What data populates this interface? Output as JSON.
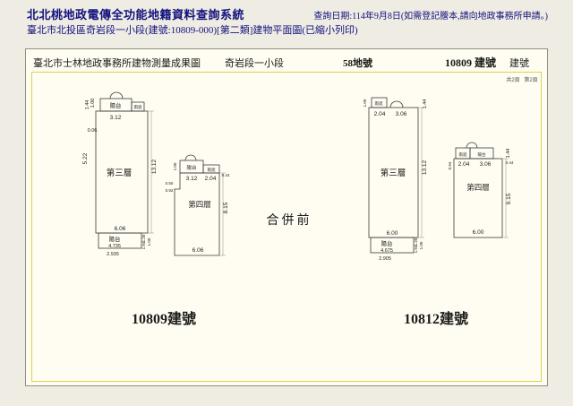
{
  "header": {
    "title": "北北桃地政電傳全功能地籍資料查詢系統",
    "subtitle": "臺北市北投區奇岩段一小段(建號:10809-000)[第二類]建物平面圖(已縮小列印)",
    "query_info": "查詢日期:114年9月8日(如需登記謄本,請向地政事務所申請。)"
  },
  "document": {
    "office_title": "臺北市士林地政事務所建物測量成果圖",
    "section": "奇岩段一小段",
    "parcel": "58地號",
    "building_no": "10809 建號",
    "building_label": "建號",
    "page_total": "共2頁",
    "page_current": "第2頁",
    "merge_label": "合併前",
    "label_10809": "10809建號",
    "label_10812": "10812建號"
  },
  "plan1": {
    "floor": "第三層",
    "balcony_top": "陽台",
    "canopy_top": "雨遮",
    "balcony_bottom": "陽台",
    "dim_v1": "1.44",
    "dim_v2": "1.00",
    "dim_top_w": "3.12",
    "dim_left_small": "0.06",
    "dim_left": "5.22",
    "dim_right": "13.12",
    "dim_bottom": "6.06",
    "bal_w1": "4.735",
    "bal_w2": "2.935",
    "bal_h1": "1.20",
    "bal_h2": "1.94",
    "bal_h3": "1.00"
  },
  "plan2": {
    "floor": "第四層",
    "balcony_top": "陽台",
    "canopy_top": "雨遮",
    "dim_bal_w": "3.12",
    "dim_canopy_w": "2.04",
    "dim_v": "1.00",
    "dim_r_small": "0.44",
    "dim_notch_w": "0.50",
    "dim_notch_h": "0.92",
    "dim_right": "8.15",
    "dim_bottom": "6.06"
  },
  "plan3": {
    "floor": "第三層",
    "canopy_top": "雨遮",
    "balcony_bottom": "陽台",
    "dim_v1": "1.00",
    "dim_canopy_w": "2.04",
    "dim_bal_w": "3.06",
    "dim_v2": "1.44",
    "dim_right": "13.12",
    "dim_bottom": "6.00",
    "bal_w1": "4.675",
    "bal_w2": "2.905",
    "bal_h1": "1.20",
    "bal_h2": "1.94",
    "bal_h3": "1.00"
  },
  "plan4": {
    "floor": "第四層",
    "canopy_top": "雨遮",
    "balcony_top": "陽台",
    "dim_canopy_w": "2.04",
    "dim_bal_w": "3.06",
    "dim_v": "1.44",
    "dim_r_small": "0.44",
    "dim_left": "0.94",
    "dim_right": "9.15",
    "dim_bottom": "6.00"
  }
}
